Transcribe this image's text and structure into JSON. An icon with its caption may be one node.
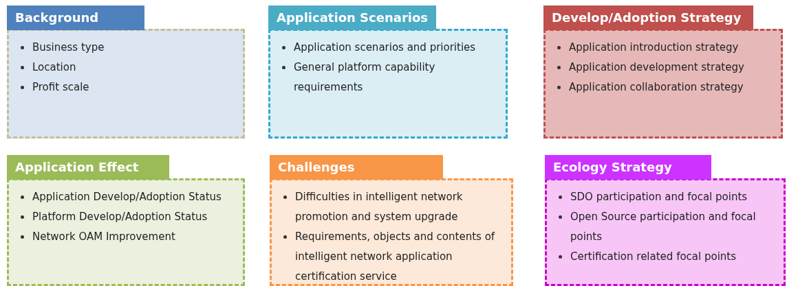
{
  "diagram": {
    "nodes": [
      {
        "text": [
          "Background",
          "Business type",
          "Location",
          "Profit scale"
        ]
      },
      {
        "text": [
          "Application Scenarios",
          "Application scenarios and priorities",
          "General platform capability requirements"
        ]
      },
      {
        "text": [
          "Develop/Adoption Strategy",
          "Application introduction strategy",
          "Application development strategy",
          "Application collaboration strategy"
        ]
      },
      {
        "text": [
          "Application Effect",
          "Application Develop/Adoption Status",
          "Platform Develop/Adoption Status",
          "Network OAM Improvement"
        ]
      },
      {
        "text": [
          "Challenges",
          "Difficulties in intelligent network promotion and system upgrade",
          "Requirements, objects and contents of intelligent network application certification service"
        ]
      },
      {
        "text": [
          "Ecology Strategy",
          "SDO participation and focal points",
          "Open Source participation and focal points",
          "Certification related focal points"
        ]
      }
    ]
  }
}
